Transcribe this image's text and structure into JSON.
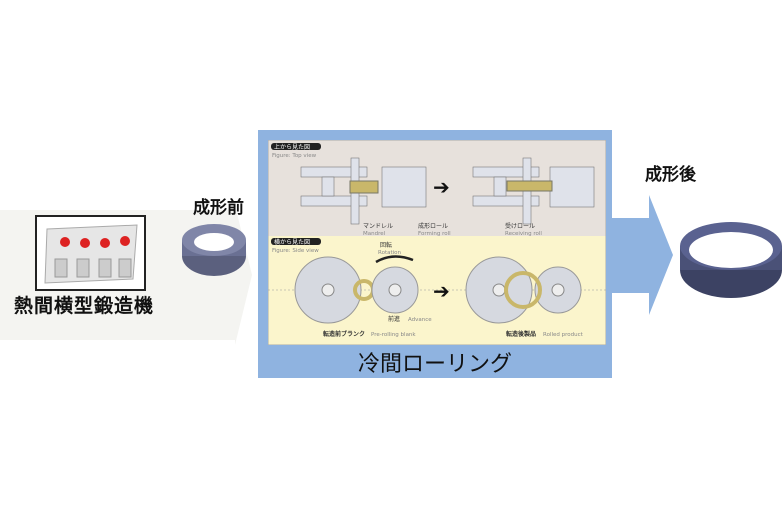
{
  "left": {
    "machine_label": "熱間横型鍛造機",
    "before_label": "成形前"
  },
  "center": {
    "caption": "冷間ローリング",
    "top_view": {
      "title_jp": "上から見た図",
      "title_en": "Figure: Top view"
    },
    "side_view": {
      "title_jp": "横から見た図",
      "title_en": "Figure: Side view"
    },
    "parts": {
      "mandrel_jp": "マンドレル",
      "mandrel_en": "Mandrel",
      "forming_jp": "成形ロール",
      "forming_en": "Forming roll",
      "receiving_jp": "受けロール",
      "receiving_en": "Receiving roll",
      "rotation_jp": "回転",
      "rotation_en": "Rotation",
      "advance_jp": "前進",
      "advance_en": "Advance",
      "blank_jp": "転造前ブランク",
      "blank_en": "Pre-rolling blank",
      "product_jp": "転造後製品",
      "product_en": "Rolled product"
    }
  },
  "right": {
    "after_label": "成形後"
  },
  "colors": {
    "panel": "#8fb3e0",
    "top_bg": "#e7e1dc",
    "side_bg": "#fbf5cc",
    "blank": "#c9b76a"
  }
}
